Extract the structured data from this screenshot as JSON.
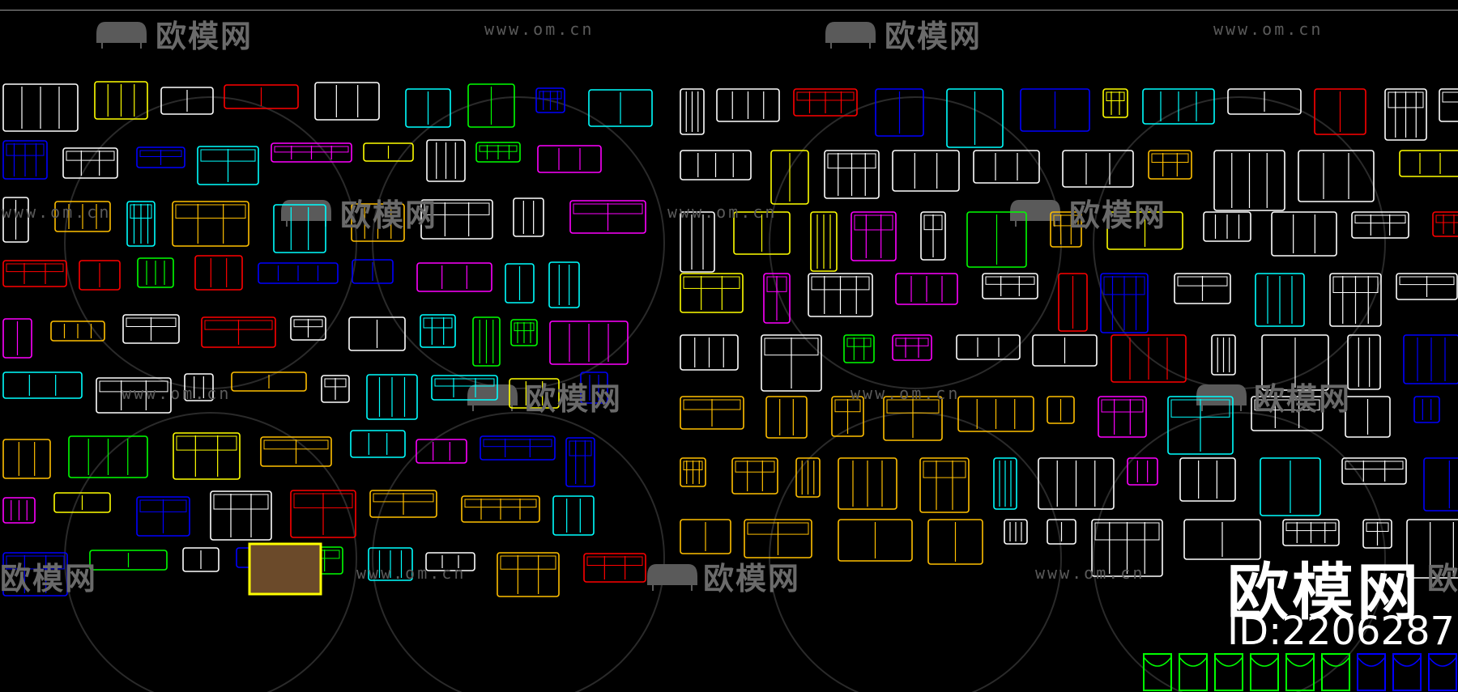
{
  "watermarks": {
    "brand": "欧模网",
    "url": "www.om.cn"
  },
  "corner_logo": {
    "brand": "欧模网",
    "id_text": "ID:2206287"
  },
  "colors": {
    "background": "#000000",
    "watermark": "#6a6a6a",
    "cad_white": "#ffffff",
    "cad_yellow": "#ffff00",
    "cad_gold": "#ffbf00",
    "cad_green": "#00ff00",
    "cad_cyan": "#00ffff",
    "cad_blue": "#0000ff",
    "cad_red": "#ff0000",
    "cad_magenta": "#ff00ff"
  }
}
